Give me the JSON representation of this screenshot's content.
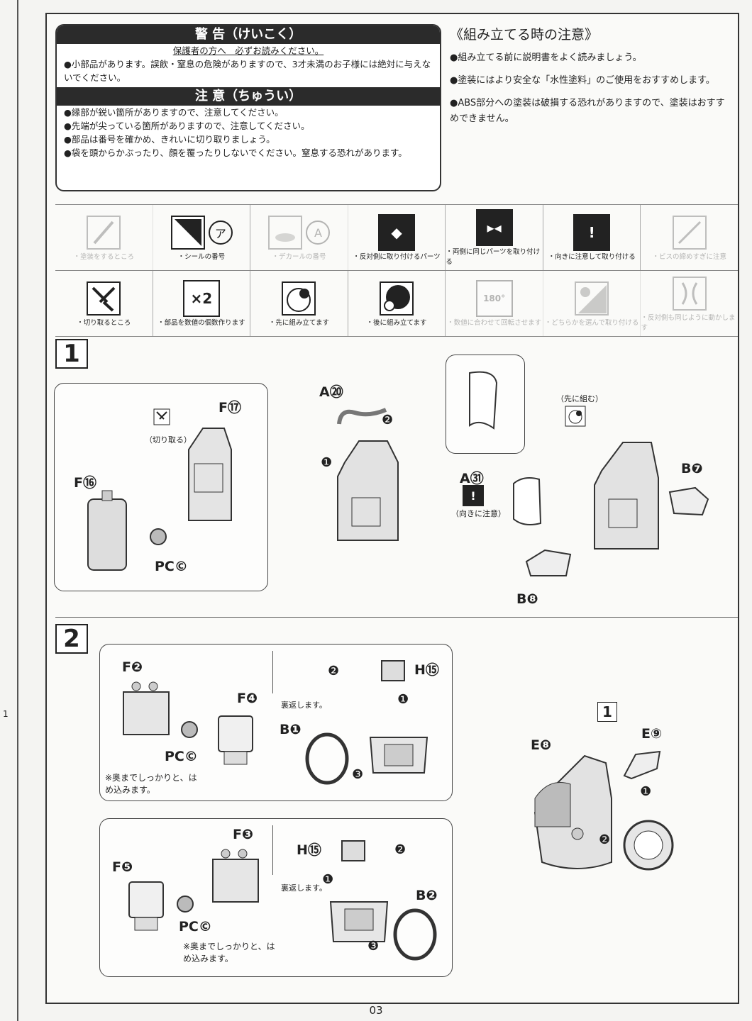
{
  "warning": {
    "title": "警 告（けいこく）",
    "parent_note": "保護者の方へ　必ずお読みください。",
    "text": "●小部品があります。誤飲・窒息の危険がありますので、3才未満のお子様には絶対に与えないでください。"
  },
  "caution": {
    "title": "注 意（ちゅうい）",
    "items": [
      "●縁部が鋭い箇所がありますので、注意してください。",
      "●先端が尖っている箇所がありますので、注意してください。",
      "●部品は番号を確かめ、きれいに切り取りましょう。",
      "●袋を頭からかぶったり、顔を覆ったりしないでください。窒息する恐れがあります。"
    ]
  },
  "assembly_notes": {
    "title": "《組み立てる時の注意》",
    "items": [
      "●組み立てる前に説明書をよく読みましょう。",
      "●塗装にはより安全な「水性塗料」のご使用をおすすめします。",
      "●ABS部分への塗装は破損する恐れがありますので、塗装はおすすめできません。"
    ]
  },
  "legend": {
    "row1": [
      {
        "label": "・塗装をするところ",
        "icon": "brush-icon",
        "active": false
      },
      {
        "label": "・シールの番号",
        "icon": "sticker-icon",
        "active": true
      },
      {
        "label": "・デカールの番号",
        "icon": "decal-icon",
        "active": false
      },
      {
        "label": "・反対側に取り付けるパーツ",
        "icon": "opposite-side-icon",
        "active": true
      },
      {
        "label": "・両側に同じパーツを取り付ける",
        "icon": "both-sides-icon",
        "active": true
      },
      {
        "label": "・向きに注意して取り付ける",
        "icon": "exclamation-icon",
        "active": true
      },
      {
        "label": "・ビスの締めすぎに注意",
        "icon": "screw-icon",
        "active": false
      }
    ],
    "row2": [
      {
        "label": "・切り取るところ",
        "icon": "nippers-icon",
        "active": true
      },
      {
        "label": "・部品を数値の個数作ります",
        "icon": "multiply-icon",
        "active": true
      },
      {
        "label": "・先に組み立てます",
        "icon": "assemble-first-icon",
        "active": true
      },
      {
        "label": "・後に組み立てます",
        "icon": "assemble-later-icon",
        "active": true
      },
      {
        "label": "・数値に合わせて回転させます",
        "icon": "rotate-icon",
        "active": false
      },
      {
        "label": "・どちらかを選んで取り付ける",
        "icon": "choose-one-icon",
        "active": false
      },
      {
        "label": "・反対側も同じように動かします",
        "icon": "move-both-icon",
        "active": false
      }
    ],
    "x2_text": "×2",
    "sticker_letter": "ア",
    "decal_letter": "A",
    "rotate_text": "180°"
  },
  "step1": {
    "number": "1",
    "cut_note": "（切り取る）",
    "assemble_first_note": "（先に組む）",
    "direction_note": "（向きに注意）",
    "parts": {
      "f17": "F⑰",
      "f16": "F⑯",
      "pcc": "PC©",
      "a20": "A⑳",
      "a31": "A㉛",
      "b7": "B❼",
      "b8": "B❽"
    },
    "arrows": [
      "❶",
      "❷"
    ]
  },
  "step2": {
    "number": "2",
    "ref_step": "1",
    "flip_note": "裏返します。",
    "press_note": "※奥までしっかりと、はめ込みます。",
    "parts": {
      "f2": "F❷",
      "f4": "F❹",
      "pcc": "PC©",
      "h15": "H⑮",
      "b1": "B❶",
      "e8": "E❽",
      "e9": "E⑨",
      "f3": "F❸",
      "f5": "F❺",
      "b2": "B❷"
    },
    "arrows": [
      "❶",
      "❷",
      "❸"
    ]
  },
  "page_number": "03"
}
